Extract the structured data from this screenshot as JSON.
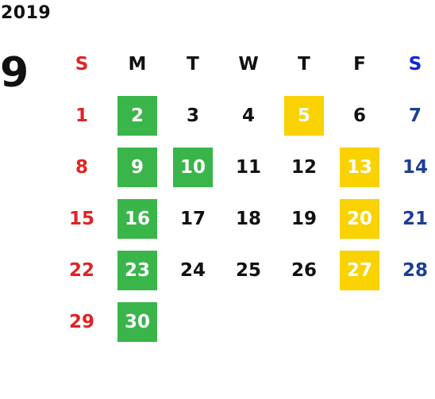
{
  "year": "2019",
  "month": "9",
  "weekday_headers": [
    "S",
    "M",
    "T",
    "W",
    "T",
    "F",
    "S"
  ],
  "colors": {
    "sunday": "#e02424",
    "saturday": "#1c3f94",
    "saturday_header": "#1226d6",
    "weekday": "#111111",
    "green_highlight": "#3ab54a",
    "yellow_highlight": "#f9d200"
  },
  "weeks": [
    [
      {
        "day": "1",
        "highlight": "none"
      },
      {
        "day": "2",
        "highlight": "green"
      },
      {
        "day": "3",
        "highlight": "none"
      },
      {
        "day": "4",
        "highlight": "none"
      },
      {
        "day": "5",
        "highlight": "yellow"
      },
      {
        "day": "6",
        "highlight": "none"
      },
      {
        "day": "7",
        "highlight": "none"
      }
    ],
    [
      {
        "day": "8",
        "highlight": "none"
      },
      {
        "day": "9",
        "highlight": "green"
      },
      {
        "day": "10",
        "highlight": "green"
      },
      {
        "day": "11",
        "highlight": "none"
      },
      {
        "day": "12",
        "highlight": "none"
      },
      {
        "day": "13",
        "highlight": "yellow"
      },
      {
        "day": "14",
        "highlight": "none"
      }
    ],
    [
      {
        "day": "15",
        "highlight": "none"
      },
      {
        "day": "16",
        "highlight": "green"
      },
      {
        "day": "17",
        "highlight": "none"
      },
      {
        "day": "18",
        "highlight": "none"
      },
      {
        "day": "19",
        "highlight": "none"
      },
      {
        "day": "20",
        "highlight": "yellow"
      },
      {
        "day": "21",
        "highlight": "none"
      }
    ],
    [
      {
        "day": "22",
        "highlight": "none"
      },
      {
        "day": "23",
        "highlight": "green"
      },
      {
        "day": "24",
        "highlight": "none"
      },
      {
        "day": "25",
        "highlight": "none"
      },
      {
        "day": "26",
        "highlight": "none"
      },
      {
        "day": "27",
        "highlight": "yellow"
      },
      {
        "day": "28",
        "highlight": "none"
      }
    ],
    [
      {
        "day": "29",
        "highlight": "none"
      },
      {
        "day": "30",
        "highlight": "green"
      },
      {
        "day": "",
        "highlight": "none"
      },
      {
        "day": "",
        "highlight": "none"
      },
      {
        "day": "",
        "highlight": "none"
      },
      {
        "day": "",
        "highlight": "none"
      },
      {
        "day": "",
        "highlight": "none"
      }
    ]
  ]
}
